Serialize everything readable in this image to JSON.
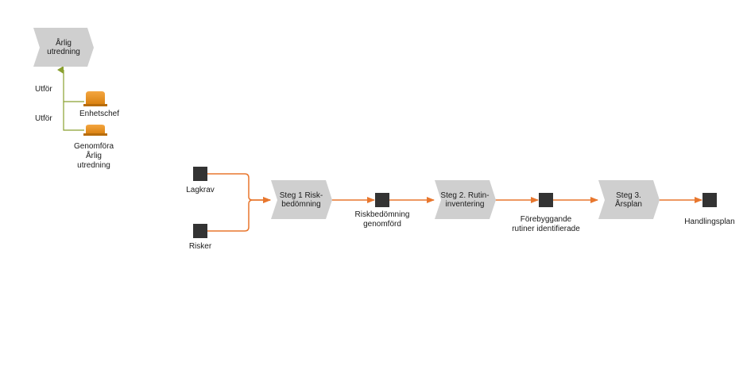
{
  "processes": {
    "annual": "Årlig\nutredning",
    "step1": "Steg 1 Risk-\nbedömning",
    "step2": "Steg 2. Rutin-\ninventering",
    "step3": "Steg 3.\nÅrsplan"
  },
  "events": {
    "lagkrav": "Lagkrav",
    "risker": "Risker",
    "riskbedomning": "Riskbedömning\ngenomförd",
    "forebyggande": "Förebyggande\nrutiner identifierade",
    "handlingsplan": "Handlingsplan"
  },
  "roles": {
    "enhetschef": "Enhetschef",
    "genomfora": "Genomföra\nÅrlig\nutredning"
  },
  "edges": {
    "utfor1": "Utför",
    "utfor2": "Utför"
  },
  "colors": {
    "flow": "#e8772e",
    "assoc": "#8aa030",
    "process_fill": "#cfcfcf",
    "event_fill": "#333333",
    "role_fill": "#e8901c"
  }
}
